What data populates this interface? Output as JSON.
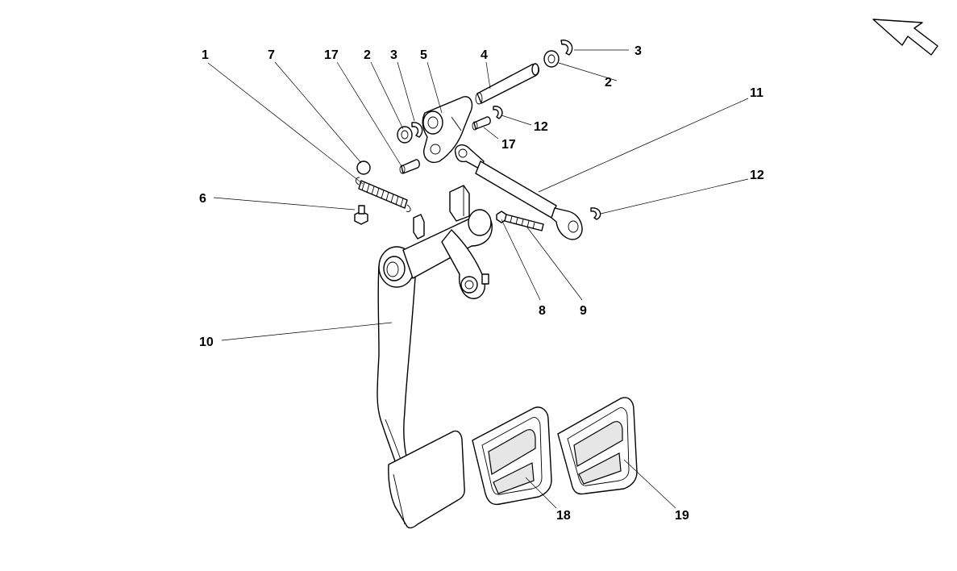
{
  "labels": {
    "l1": "1",
    "l7": "7",
    "l17a": "17",
    "l2a": "2",
    "l3a": "3",
    "l5": "5",
    "l4": "4",
    "l3b": "3",
    "l2b": "2",
    "l11": "11",
    "l12a": "12",
    "l17b": "17",
    "l12b": "12",
    "l6": "6",
    "l8": "8",
    "l9": "9",
    "l10": "10",
    "l18": "18",
    "l19": "19"
  },
  "orientation_icon": "direction-arrow-icon"
}
